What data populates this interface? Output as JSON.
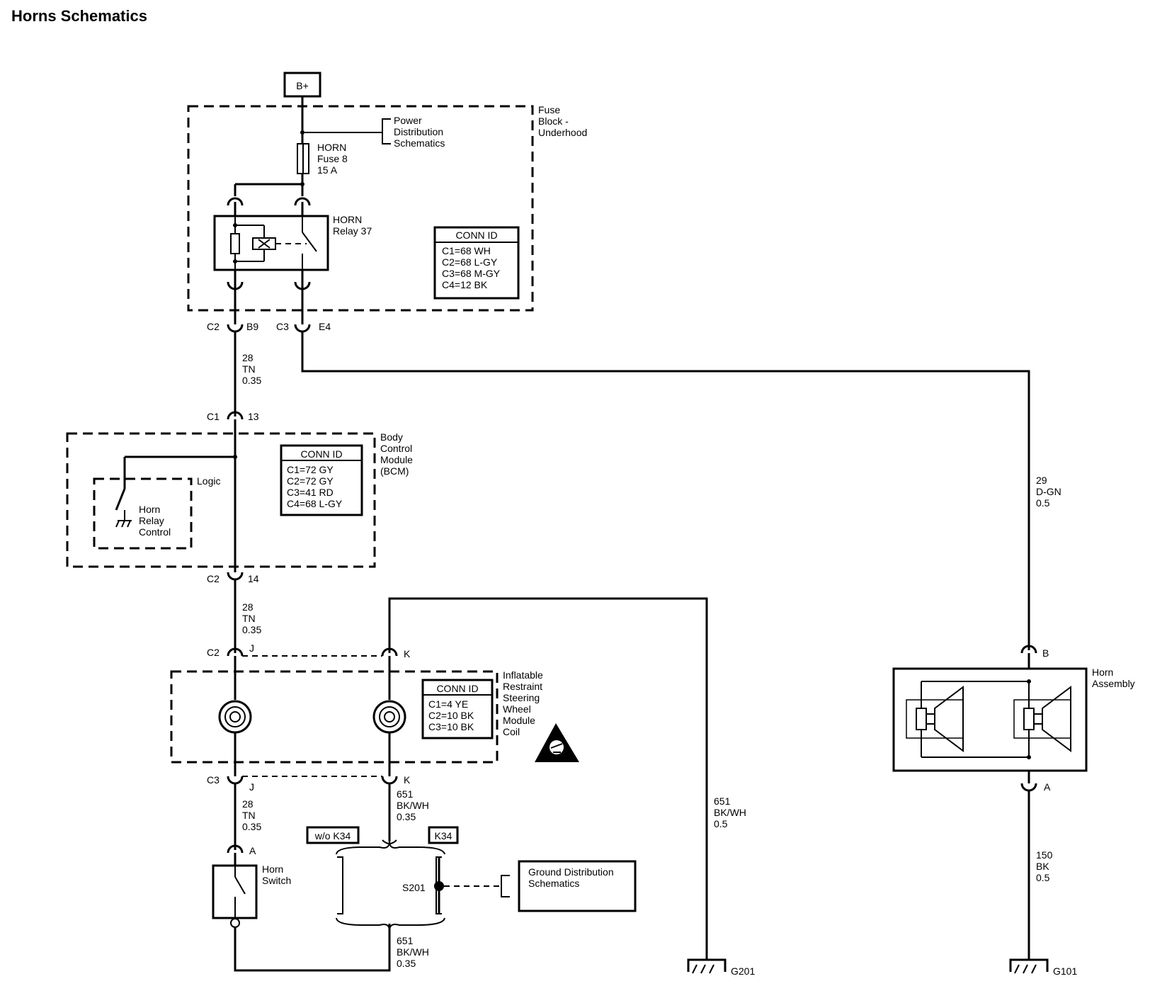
{
  "title": "Horns Schematics",
  "supply": "B+",
  "fuse_block": {
    "label": [
      "Fuse",
      "Block -",
      "Underhood"
    ],
    "power_ref": [
      "Power",
      "Distribution",
      "Schematics"
    ],
    "fuse": [
      "HORN",
      "Fuse 8",
      "15 A"
    ],
    "relay": [
      "HORN",
      "Relay 37"
    ],
    "conn_id": {
      "header": "CONN ID",
      "rows": [
        "C1=68 WH",
        "C2=68 L-GY",
        "C3=68 M-GY",
        "C4=12 BK"
      ]
    },
    "pins": {
      "left_conn": "C2",
      "left_pin": "B9",
      "right_conn": "C3",
      "right_pin": "E4"
    }
  },
  "bcm": {
    "label": [
      "Body",
      "Control",
      "Module",
      "(BCM)"
    ],
    "logic": "Logic",
    "control": [
      "Horn",
      "Relay",
      "Control"
    ],
    "conn_id": {
      "header": "CONN ID",
      "rows": [
        "C1=72 GY",
        "C2=72 GY",
        "C3=41 RD",
        "C4=68 L-GY"
      ]
    },
    "top_pin": {
      "conn": "C1",
      "pin": "13"
    },
    "bottom_pin": {
      "conn": "C2",
      "pin": "14"
    }
  },
  "coil": {
    "label": [
      "Inflatable",
      "Restraint",
      "Steering",
      "Wheel",
      "Module",
      "Coil"
    ],
    "conn_id": {
      "header": "CONN ID",
      "rows": [
        "C1=4 YE",
        "C2=10 BK",
        "C3=10 BK"
      ]
    },
    "top": {
      "conn": "C2",
      "left_pin": "J",
      "right_pin": "K"
    },
    "bottom": {
      "conn": "C3",
      "left_pin": "J",
      "right_pin": "K"
    }
  },
  "wires": {
    "w1": [
      "28",
      "TN",
      "0.35"
    ],
    "w2": [
      "28",
      "TN",
      "0.35"
    ],
    "w3": [
      "28",
      "TN",
      "0.35"
    ],
    "w4": [
      "651",
      "BK/WH",
      "0.35"
    ],
    "w5": [
      "651",
      "BK/WH",
      "0.35"
    ],
    "w6": [
      "651",
      "BK/WH",
      "0.5"
    ],
    "w7": [
      "29",
      "D-GN",
      "0.5"
    ],
    "w8": [
      "150",
      "BK",
      "0.5"
    ]
  },
  "horn_switch": {
    "pin": "A",
    "label": [
      "Horn",
      "Switch"
    ]
  },
  "options": {
    "without": "w/o K34",
    "with": "K34"
  },
  "splice": "S201",
  "ground_ref": [
    "Ground Distribution",
    "Schematics"
  ],
  "grounds": {
    "g1": "G201",
    "g2": "G101"
  },
  "horn_assembly": {
    "label": [
      "Horn",
      "Assembly"
    ],
    "top_pin": "B",
    "bottom_pin": "A"
  }
}
